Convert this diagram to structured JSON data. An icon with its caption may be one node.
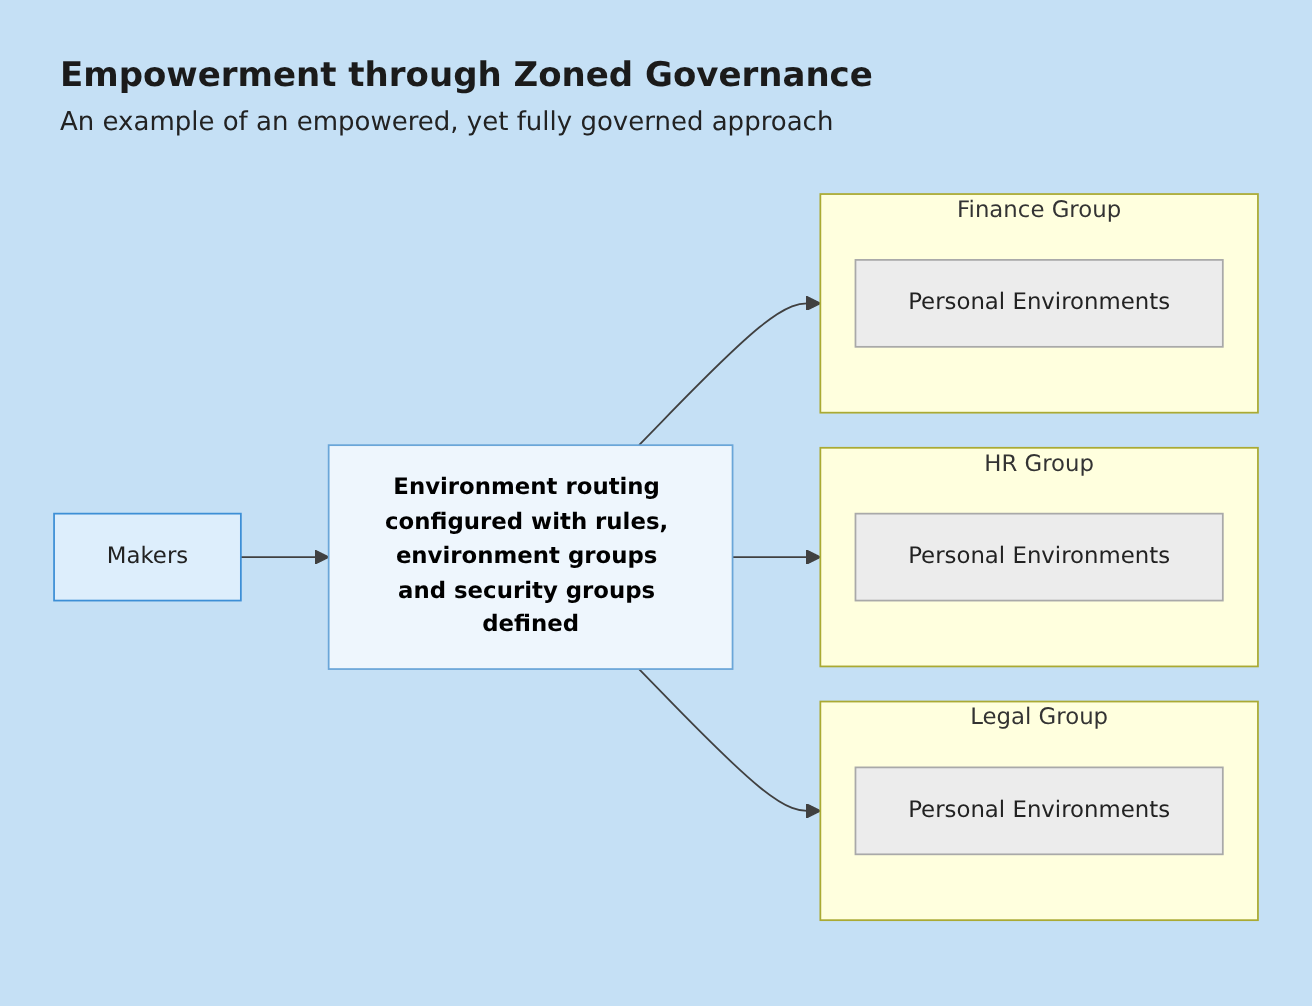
{
  "diagram": {
    "title": "Empowerment through Zoned Governance",
    "nodes": [
      {
        "text": [
          "Makers"
        ]
      },
      {
        "text": [
          "Environment routing configured with rules, environment groups and security groups defined"
        ]
      },
      {
        "text": [
          "Finance Group"
        ]
      },
      {
        "text": [
          "Personal Environments"
        ],
        "in": 2
      },
      {
        "text": [
          "HR Group"
        ]
      },
      {
        "text": [
          "Personal Environments"
        ],
        "in": 4
      },
      {
        "text": [
          "Legal Group"
        ]
      },
      {
        "text": [
          "Personal Environments"
        ],
        "in": 6
      }
    ],
    "edges": [
      {
        "from": 0,
        "to": 1,
        "arrow": "to"
      },
      {
        "from": 1,
        "to": 2,
        "arrow": "to"
      },
      {
        "from": 1,
        "to": 4,
        "arrow": "to"
      },
      {
        "from": 1,
        "to": 6,
        "arrow": "to"
      }
    ],
    "labels": [
      "An example of an empowered, yet fully governed approach"
    ]
  }
}
